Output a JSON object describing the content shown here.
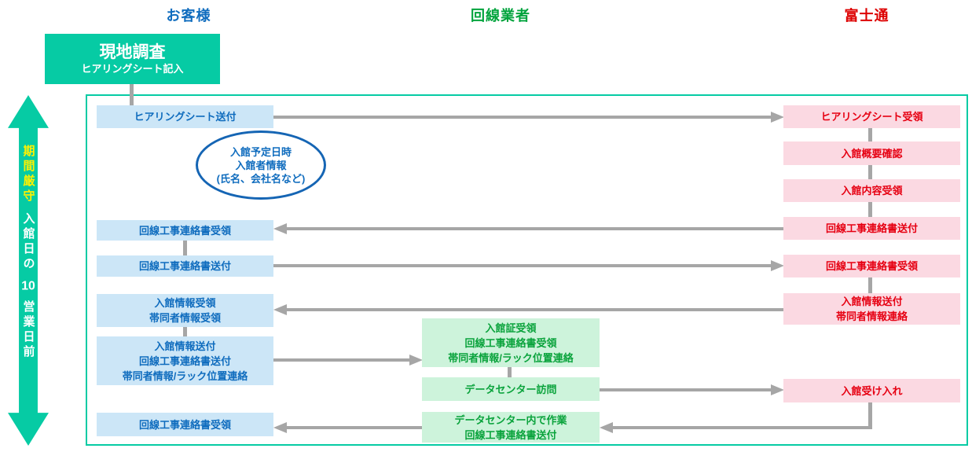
{
  "header": {
    "customer": "お客様",
    "carrier": "回線業者",
    "fujitsu": "富士通"
  },
  "side_arrow": {
    "strict": "期間厳守",
    "part1": "入館日の",
    "number": "10",
    "part2": "営業日前"
  },
  "start_box": {
    "title": "現地調査",
    "subtitle": "ヒアリングシート記入"
  },
  "ellipse_note": {
    "line1": "入館予定日時",
    "line2": "入館者情報",
    "line3": "(氏名、会社名など)"
  },
  "customer": [
    {
      "l1": "ヒアリングシート送付"
    },
    {
      "l1": "回線工事連絡書受領"
    },
    {
      "l1": "回線工事連絡書送付"
    },
    {
      "l1": "入館情報受領",
      "l2": "帯同者情報受領"
    },
    {
      "l1": "入館情報送付",
      "l2": "回線工事連絡書送付",
      "l3": "帯同者情報/ラック位置連絡"
    },
    {
      "l1": "回線工事連絡書受領"
    }
  ],
  "carrier": [
    {
      "l1": "入館証受領",
      "l2": "回線工事連絡書受領",
      "l3": "帯同者情報/ラック位置連絡"
    },
    {
      "l1": "データセンター訪問"
    },
    {
      "l1": "データセンター内で作業",
      "l2": "回線工事連絡書送付"
    }
  ],
  "fujitsu": [
    {
      "l1": "ヒアリングシート受領"
    },
    {
      "l1": "入館概要確認"
    },
    {
      "l1": "入館内容受領"
    },
    {
      "l1": "回線工事連絡書送付"
    },
    {
      "l1": "回線工事連絡書受領"
    },
    {
      "l1": "入館情報送付",
      "l2": "帯同者情報連絡"
    },
    {
      "l1": "入館受け入れ"
    }
  ],
  "colors": {
    "teal_green": "#06CBA4",
    "frame_border": "#06CBA4",
    "blue_fill": "#CCE6F7",
    "blue_text": "#0F6CBE",
    "pink_fill": "#FBD9E2",
    "red_text": "#E60012",
    "green_fill": "#CDF3DB",
    "green_text": "#0AA33C",
    "header_green": "#00A33C",
    "header_red": "#DD0000",
    "arrow_gray": "#A6A6A6",
    "strict_yellow": "#FFF100",
    "ellipse_border": "#1565B4"
  }
}
